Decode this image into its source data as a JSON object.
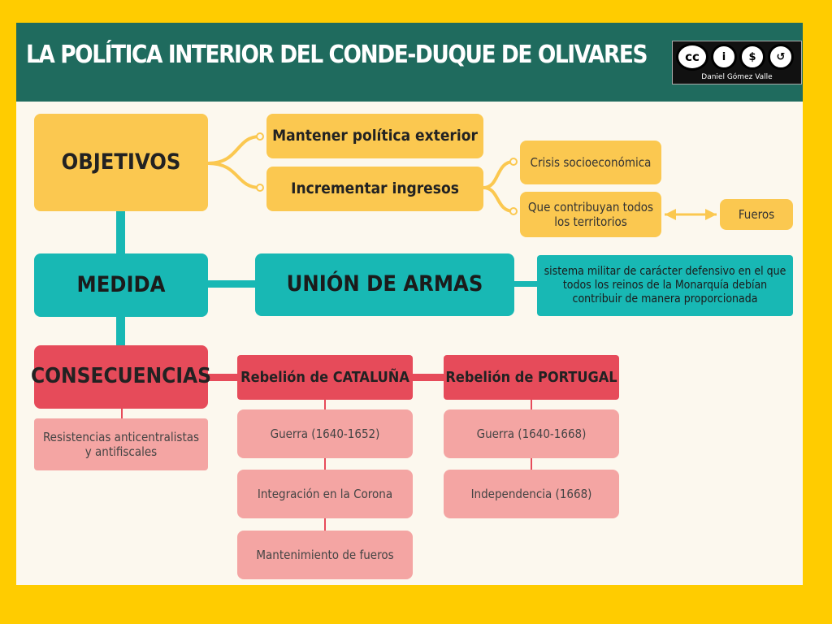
{
  "header": {
    "title": "LA POLÍTICA INTERIOR DEL CONDE-DUQUE DE OLIVARES",
    "license": {
      "icons": [
        "cc-icon",
        "by-icon",
        "nc-icon",
        "sa-icon"
      ],
      "icon_glyphs": [
        "cc",
        "i",
        "$",
        "↺"
      ],
      "author": "Daniel Gómez Valle"
    }
  },
  "objetivos": {
    "label": "OBJETIVOS",
    "items": [
      "Mantener política exterior",
      "Incrementar ingresos"
    ],
    "ingresos_items": [
      "Crisis socioeconómica",
      "Que contribuyan todos los territorios"
    ],
    "fueros": "Fueros"
  },
  "medida": {
    "label": "MEDIDA",
    "union": "UNIÓN DE ARMAS",
    "description": "sistema militar de carácter defensivo en el que todos los reinos de la Monarquía debían contribuir de manera proporcionada"
  },
  "consecuencias": {
    "label": "CONSECUENCIAS",
    "resistencias": "Resistencias anticentralistas y antifiscales",
    "cataluna": {
      "title": "Rebelión de CATALUÑA",
      "items": [
        "Guerra (1640-1652)",
        "Integración en la Corona",
        "Mantenimiento de fueros"
      ]
    },
    "portugal": {
      "title": "Rebelión de PORTUGAL",
      "items": [
        "Guerra (1640-1668)",
        "Independencia (1668)"
      ]
    }
  },
  "colors": {
    "frame": "#ffcc00",
    "header": "#1f6b5e",
    "yellow": "#fbc850",
    "teal": "#18b8b4",
    "red": "#e64b5a",
    "pink": "#f4a5a3"
  }
}
